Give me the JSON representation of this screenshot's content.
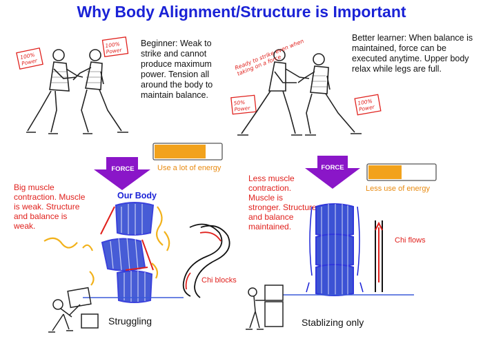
{
  "title": "Why Body Alignment/Structure is Important",
  "beginner_text": "Beginner: Weak to strike and cannot produce maximum power. Tension all around the body to maintain balance.",
  "better_text": "Better learner: When balance is maintained, force can be executed anytime. Upper body relax while legs are full.",
  "tags": {
    "left_fighter_a": "100% Power",
    "left_fighter_b": "100% Power",
    "right_striker": "50% Power",
    "right_defender": "100% Power",
    "ready_note": "Ready to strike even when taking on a force"
  },
  "force_label": "FORCE",
  "left_energy": "Use a lot of energy",
  "right_energy": "Less use of energy",
  "left_panel_text": "Big muscle contraction. Muscle is weak. Structure and balance is weak.",
  "right_panel_text": "Less muscle contraction. Muscle is stronger. Structure and balance maintained.",
  "our_body": "Our Body",
  "chi_blocks": "Chi blocks",
  "chi_flows": "Chi flows",
  "left_caption": "Struggling",
  "right_caption": "Stablizing only",
  "colors": {
    "title": "#1a22d6",
    "red": "#e0201c",
    "orange": "#f2a21c",
    "purple": "#8a16c8",
    "blue": "#1a22d6"
  }
}
